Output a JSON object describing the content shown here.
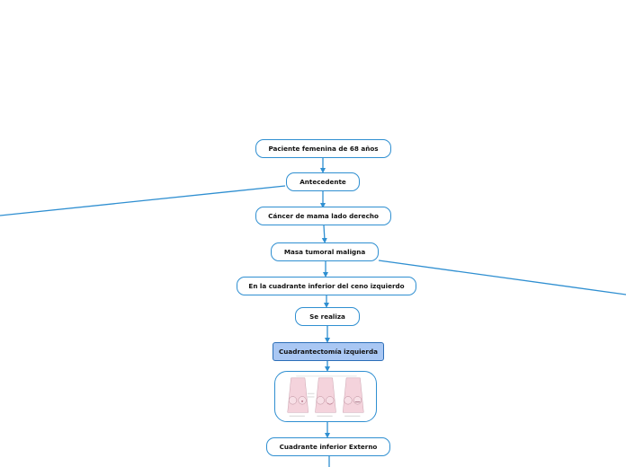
{
  "colors": {
    "connector": "#2f8fd1",
    "node_border": "#2f8fd1",
    "highlight_fill": "#a9c7f3",
    "figure_skin": "#f4d3dc"
  },
  "nodes": {
    "paciente": "Paciente femenina de 68 años",
    "antecedente": "Antecedente",
    "cancer": "Cáncer de mama lado derecho",
    "masa": "Masa tumoral maligna",
    "cuadrante_ceno": "En la cuadrante inferior del ceno izquierdo",
    "se_realiza": "Se realiza",
    "cuadrantectomia": "Cuadrantectomía izquierda",
    "cuadrante_externo": "Cuadrante inferior Externo"
  },
  "figure": {
    "icon": "breast-quadrantectomy-illustration"
  }
}
